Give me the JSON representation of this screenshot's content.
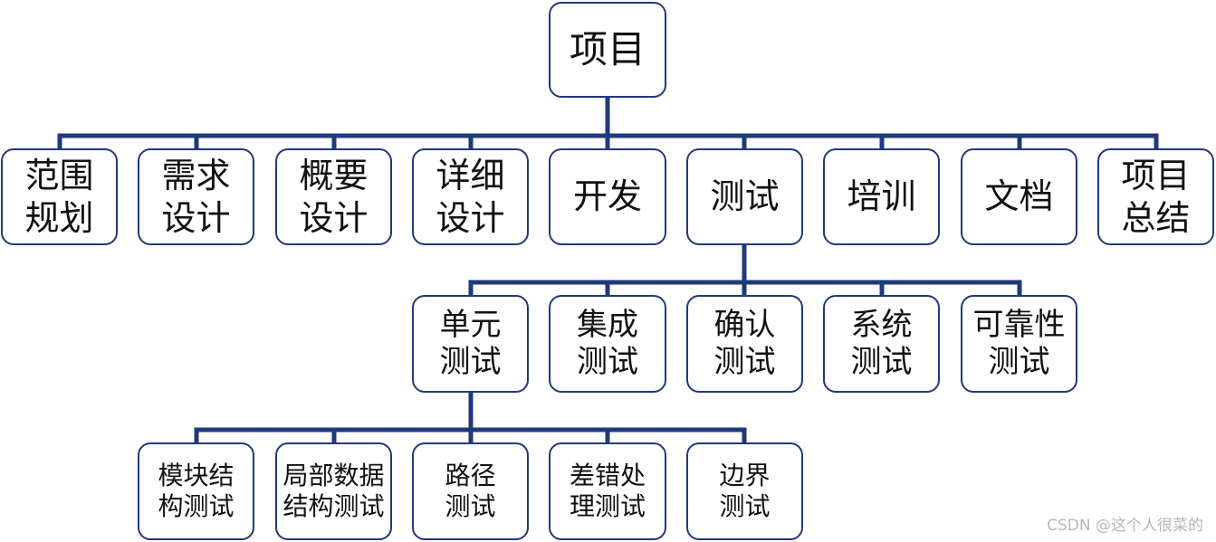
{
  "diagram": {
    "root": "项目",
    "phases": [
      "范围\n规划",
      "需求\n设计",
      "概要\n设计",
      "详细\n设计",
      "开发",
      "测试",
      "培训",
      "文档",
      "项目\n总结"
    ],
    "testing_types": [
      "单元\n测试",
      "集成\n测试",
      "确认\n测试",
      "系统\n测试",
      "可靠性\n测试"
    ],
    "unit_test_items": [
      "模块结\n构测试",
      "局部数据\n结构测试",
      "路径\n测试",
      "差错处\n理测试",
      "边界\n测试"
    ]
  },
  "colors": {
    "connector": "#1f3a7a",
    "border": "#1f3a7a",
    "text": "#111111"
  },
  "watermark": "CSDN @这个人很菜的"
}
